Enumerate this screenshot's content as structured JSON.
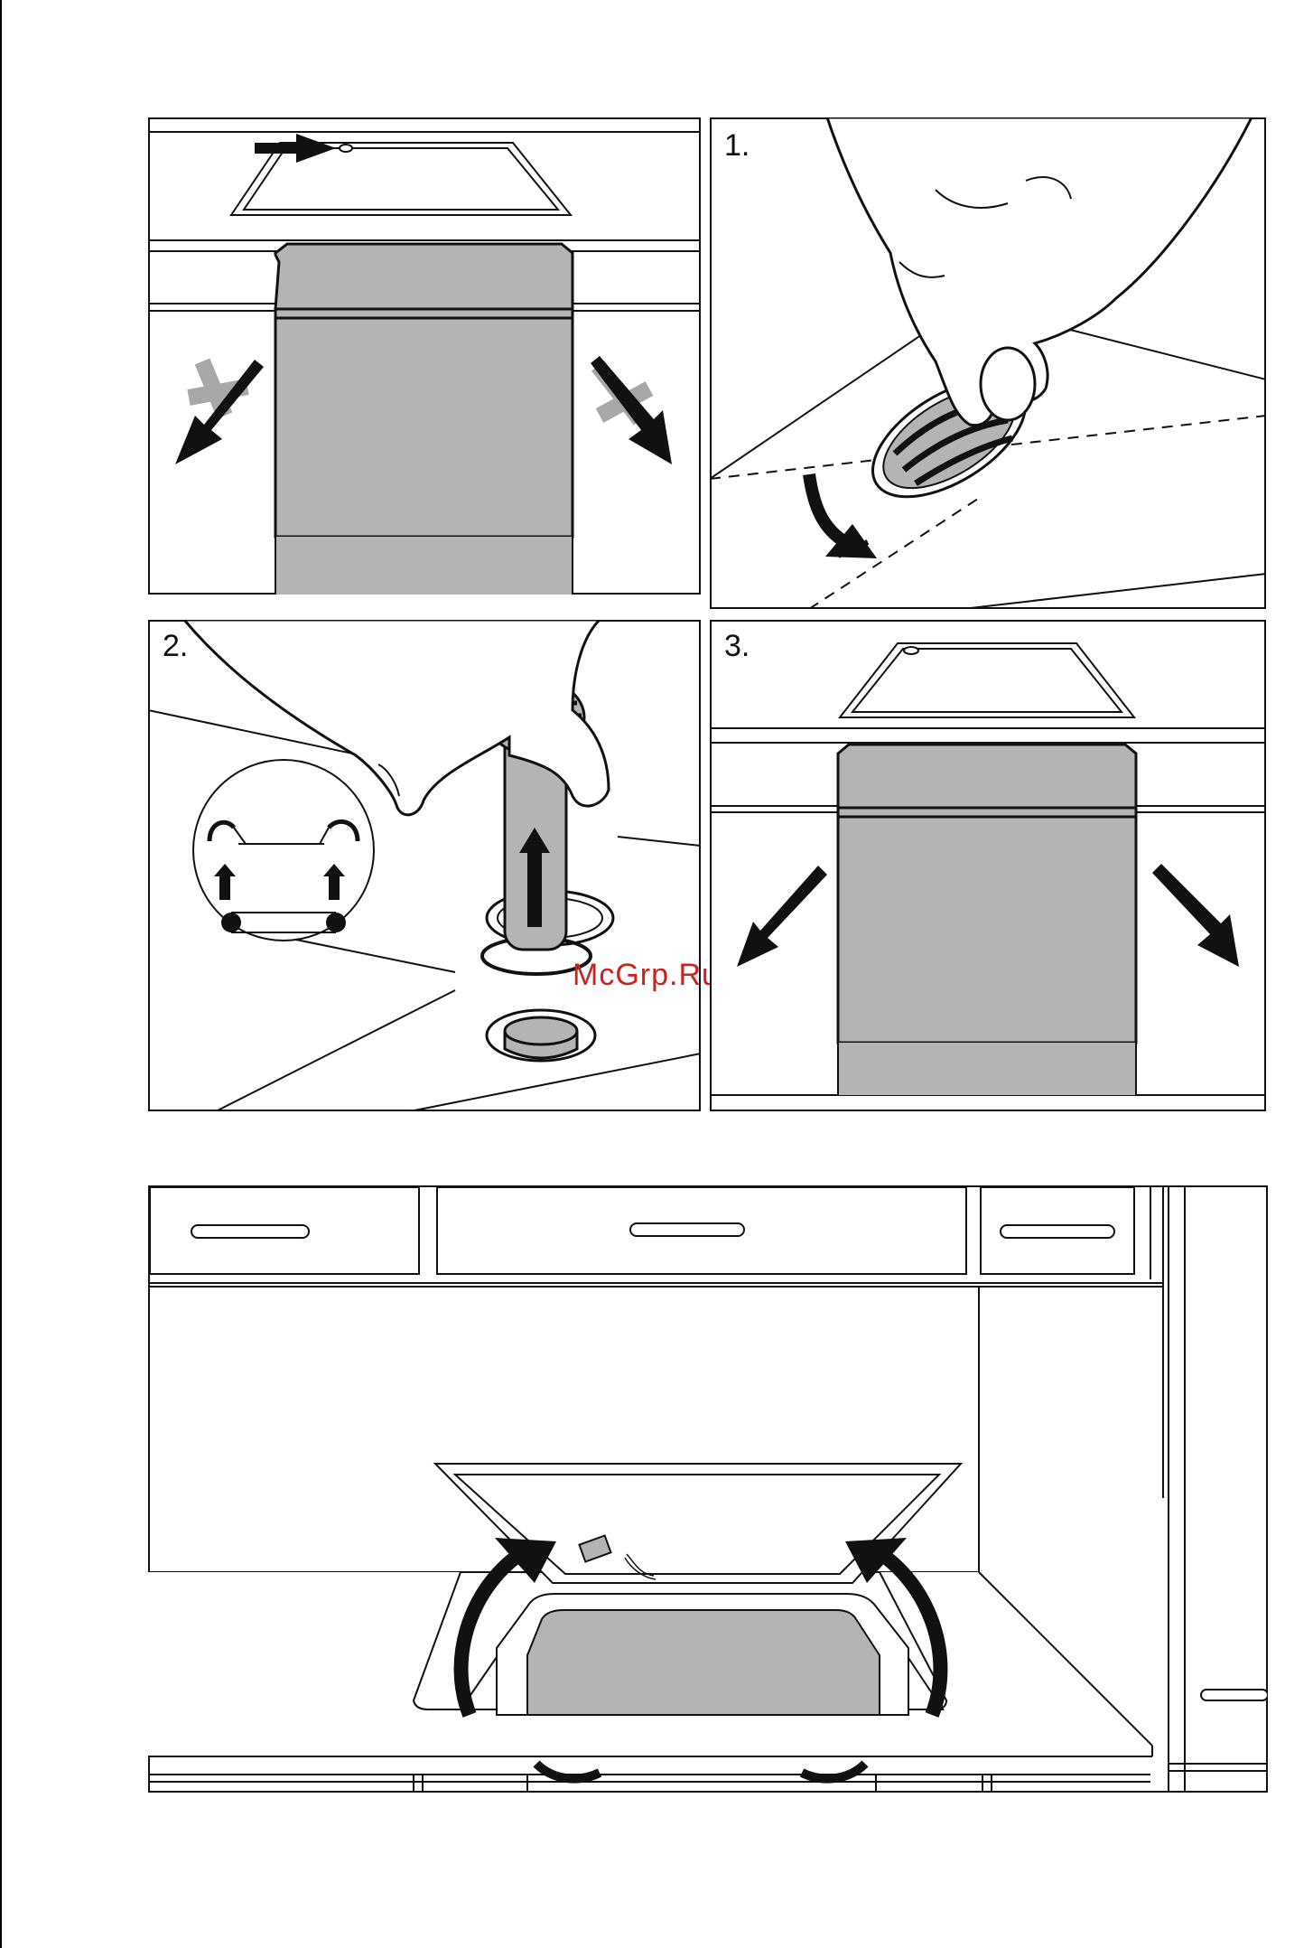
{
  "steps": {
    "step1": "1.",
    "step2": "2.",
    "step3": "3."
  },
  "watermark": "McGrp.Ru",
  "colors": {
    "line": "#111111",
    "fill_gray": "#b4b4b4",
    "cross_gray": "#a8a8a8",
    "watermark": "#c8231e"
  }
}
